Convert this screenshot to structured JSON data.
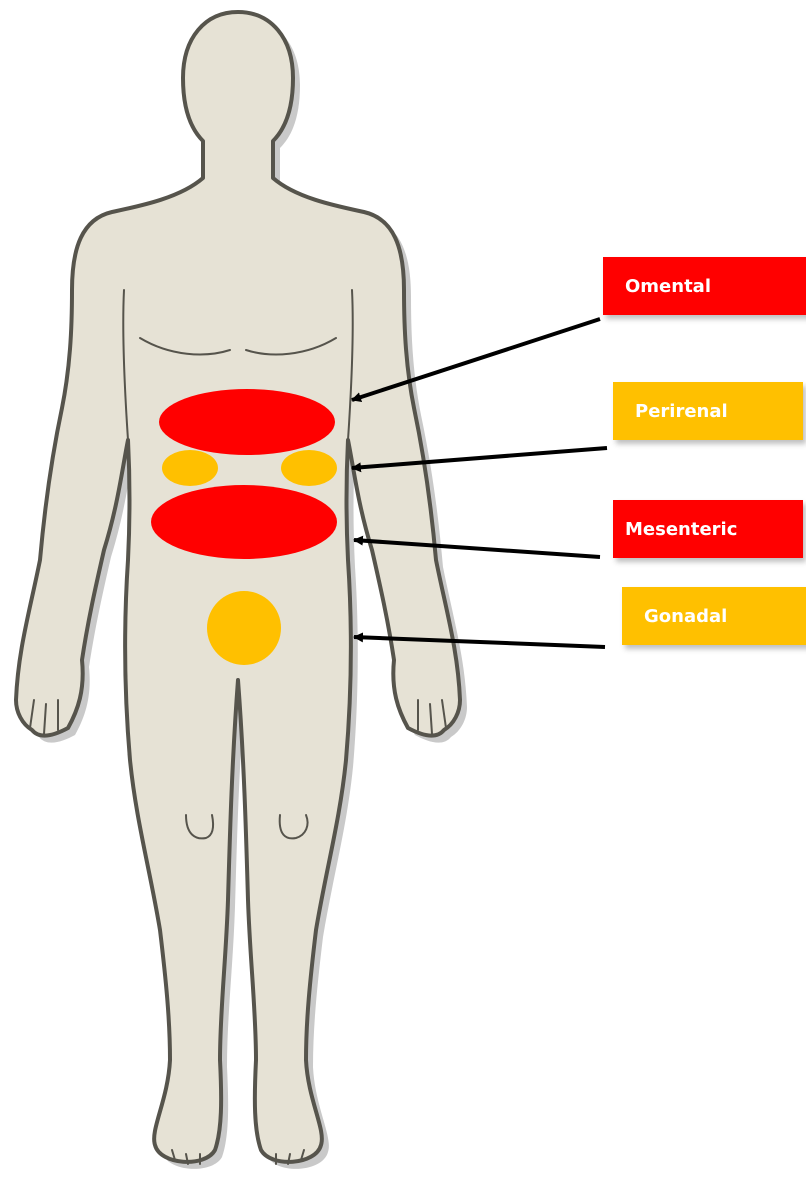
{
  "depots": [
    {
      "id": "omental",
      "label": "Omental",
      "color": "#ff0000",
      "text_color": "#ffffff"
    },
    {
      "id": "perirenal",
      "label": "Perirenal",
      "color": "#ffc000",
      "text_color": "#ffffff"
    },
    {
      "id": "mesenteric",
      "label": "Mesenteric",
      "color": "#ff0000",
      "text_color": "#ffffff"
    },
    {
      "id": "gonadal",
      "label": "Gonadal",
      "color": "#ffc000",
      "text_color": "#ffffff"
    }
  ],
  "colors": {
    "body_fill": "#e6e2d5",
    "body_outline": "#56544c",
    "body_shadow": "#c9c9c9",
    "arrow": "#000000"
  }
}
